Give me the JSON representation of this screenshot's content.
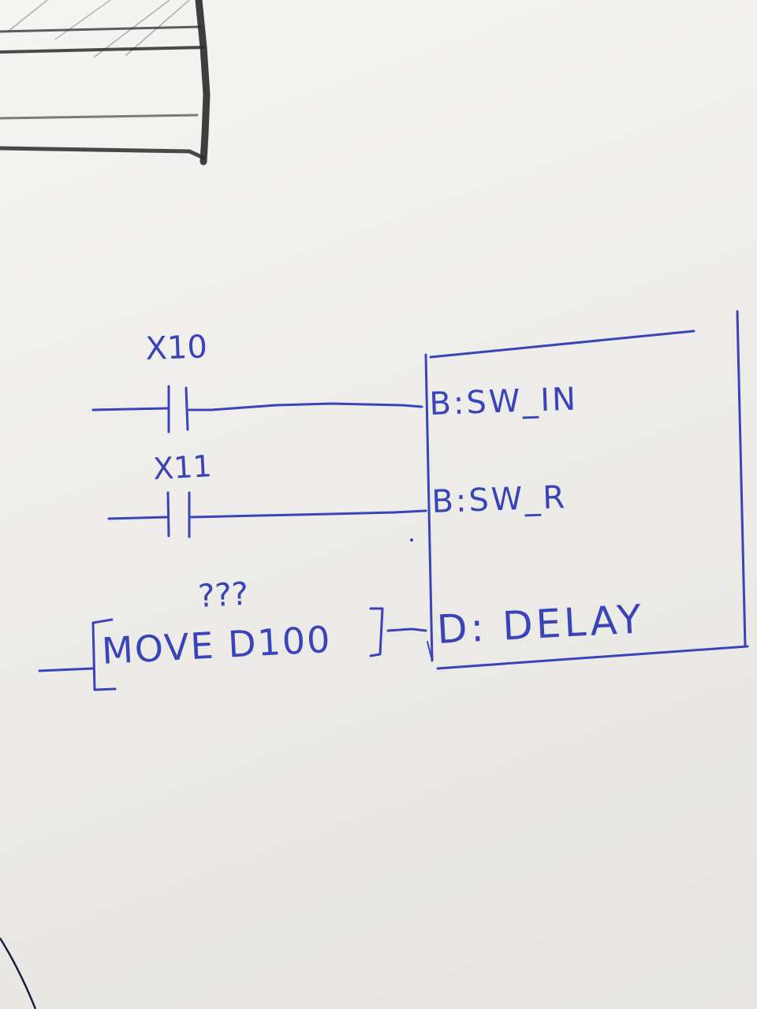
{
  "contacts": [
    {
      "address": "X10"
    },
    {
      "address": "X11"
    }
  ],
  "instruction": {
    "question": "???",
    "text": "MOVE D100"
  },
  "function_block": {
    "inputs": [
      {
        "label": "B:SW_IN"
      },
      {
        "label": "B:SW_R"
      },
      {
        "label": "D: DELAY"
      }
    ]
  },
  "colors": {
    "ink": "#3a44b8",
    "pencil": "#2a2a2a",
    "paper": "#eeedeb"
  }
}
